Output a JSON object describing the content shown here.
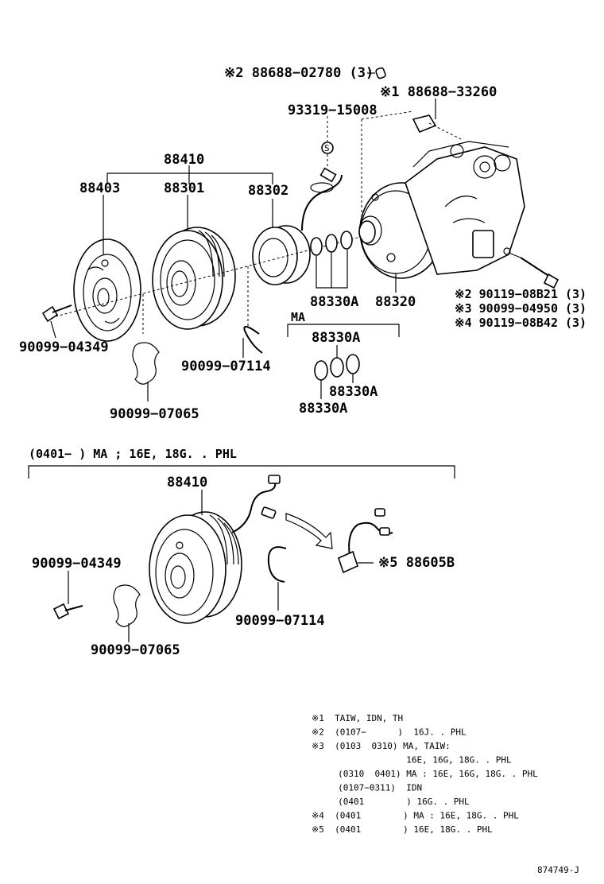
{
  "top": {
    "labels": {
      "p2_88688_02780": "※2 88688−02780 (3)",
      "p1_88688_33260": "※1  88688−33260",
      "p93319": "93319−15008",
      "p88410": "88410",
      "p88403": "88403",
      "p88301": "88301",
      "p88302": "88302",
      "p88330A_1": "88330A",
      "p88320": "88320",
      "p90119_08B21": "※2  90119−08B21 (3)",
      "p90099_04950": "※3  90099−04950 (3)",
      "p90119_08B42": "※4  90119−08B42 (3)",
      "p90099_04349": "90099−04349",
      "p90099_07114": "90099−07114",
      "p90099_07065": "90099−07065",
      "ma": "MA",
      "ma_88330A_a": "88330A",
      "ma_88330A_b": "88330A",
      "ma_88330A_c": "88330A"
    }
  },
  "bottom": {
    "header": "(0401−        ) MA ; 16E, 18G. . PHL",
    "labels": {
      "p88410": "88410",
      "p90099_04349": "90099−04349",
      "p88605B": "※5 88605B",
      "p90099_07114": "90099−07114",
      "p90099_07065": "90099−07065"
    }
  },
  "notes": [
    "※1  TAIW, IDN, TH",
    "※2  (0107−      )  16J. . PHL",
    "※3  (0103  0310) MA, TAIW:",
    "                  16E, 16G, 18G. . PHL",
    "     (0310  0401) MA : 16E, 16G, 18G. . PHL",
    "     (0107−0311)  IDN",
    "     (0401        ) 16G. . PHL",
    "※4  (0401        ) MA : 16E, 18G. . PHL",
    "※5  (0401        ) 16E, 18G. . PHL"
  ],
  "figure_id": "874749-J"
}
